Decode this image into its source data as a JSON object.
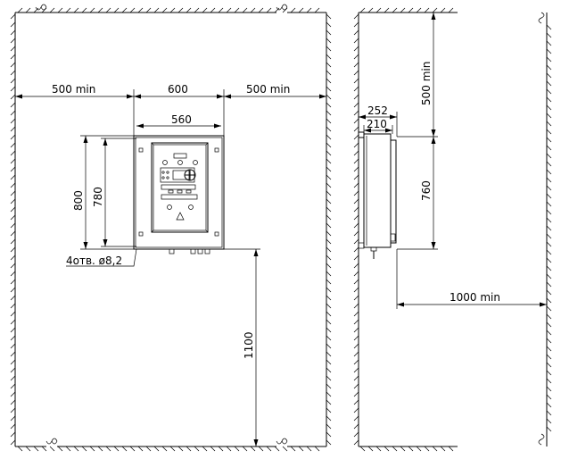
{
  "front_view": {
    "clearance_left": "500 min",
    "cabinet_width": "600",
    "clearance_right": "500 min",
    "mounting_width": "560",
    "cabinet_height": "800",
    "mounting_height": "780",
    "holes_note": "4отв. ø8,2",
    "floor_height": "1100"
  },
  "side_view": {
    "depth_total": "252",
    "depth_body": "210",
    "clearance_top": "500 min",
    "cabinet_side_height": "760",
    "clearance_front": "1000 min"
  }
}
